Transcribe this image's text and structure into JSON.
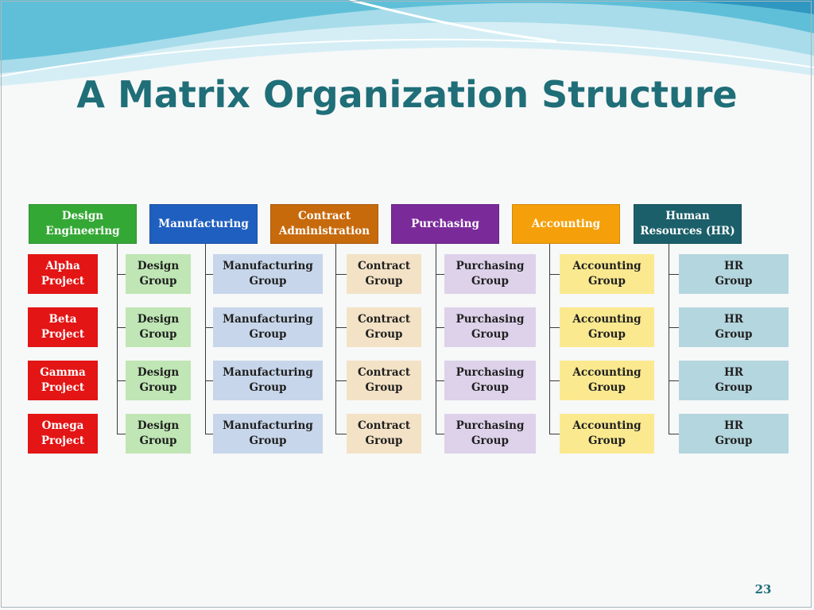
{
  "slide": {
    "title": "A Matrix Organization Structure",
    "page_number": "23"
  },
  "departments": [
    {
      "label": "Design\nEngineering",
      "color": "#34a835"
    },
    {
      "label": "Manufacturing",
      "color": "#1f5fbf"
    },
    {
      "label": "Contract\nAdministration",
      "color": "#c76a0c"
    },
    {
      "label": "Purchasing",
      "color": "#7b2a9a"
    },
    {
      "label": "Accounting",
      "color": "#f5a00a"
    },
    {
      "label": "Human\nResources (HR)",
      "color": "#1b5f6a"
    }
  ],
  "projects": [
    {
      "label": "Alpha\nProject"
    },
    {
      "label": "Beta\nProject"
    },
    {
      "label": "Gamma\nProject"
    },
    {
      "label": "Omega\nProject"
    }
  ],
  "groups": [
    {
      "label": "Design\nGroup",
      "color": "#bfe6b4"
    },
    {
      "label": "Manufacturing\nGroup",
      "color": "#c7d6ea"
    },
    {
      "label": "Contract\nGroup",
      "color": "#f3e2c6"
    },
    {
      "label": "Purchasing\nGroup",
      "color": "#ddd2ea"
    },
    {
      "label": "Accounting\nGroup",
      "color": "#fae98f"
    },
    {
      "label": "HR\nGroup",
      "color": "#b4d6de"
    }
  ],
  "project_color": "#e31515"
}
